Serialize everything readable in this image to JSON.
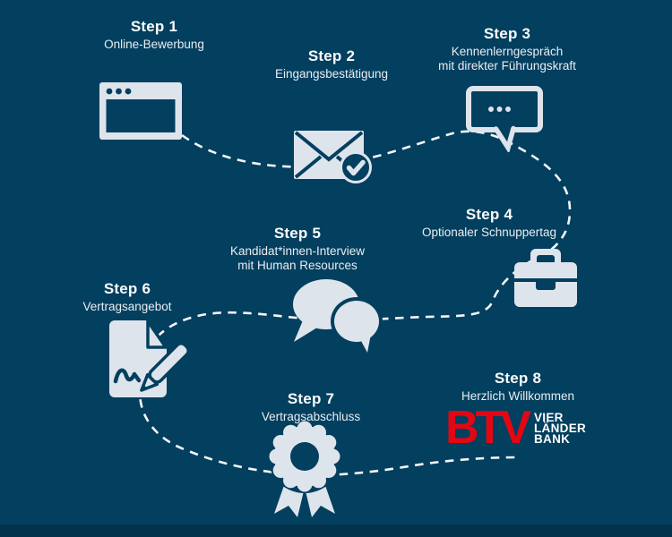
{
  "colors": {
    "background": "#033F5E",
    "footer_band": "#02324C",
    "icon_fill": "#DEE4EC",
    "dashed_path": "#F3F6F9",
    "title_text": "#FAFCFE",
    "subtitle_text": "#E9EEF4",
    "brand_red": "#E30613"
  },
  "steps": [
    {
      "title": "Step 1",
      "lines": [
        "Online-Bewerbung"
      ],
      "icon": "browser-window-icon"
    },
    {
      "title": "Step 2",
      "lines": [
        "Eingangsbestätigung"
      ],
      "icon": "envelope-check-icon"
    },
    {
      "title": "Step 3",
      "lines": [
        "Kennenlerngespräch",
        "mit direkter Führungskraft"
      ],
      "icon": "speech-bubble-icon"
    },
    {
      "title": "Step 4",
      "lines": [
        "Optionaler Schnuppertag"
      ],
      "icon": "briefcase-icon"
    },
    {
      "title": "Step 5",
      "lines": [
        "Kandidat*innen-Interview",
        "mit Human Resources"
      ],
      "icon": "chat-bubbles-icon"
    },
    {
      "title": "Step 6",
      "lines": [
        "Vertragsangebot"
      ],
      "icon": "contract-pen-icon"
    },
    {
      "title": "Step 7",
      "lines": [
        "Vertragsabschluss"
      ],
      "icon": "award-ribbon-icon"
    },
    {
      "title": "Step 8",
      "lines": [
        "Herzlich Willkommen"
      ],
      "icon": "btv-logo"
    }
  ],
  "logo": {
    "brand": "BTV",
    "tagline": [
      "VIER",
      "LÄNDER",
      "BANK"
    ]
  }
}
